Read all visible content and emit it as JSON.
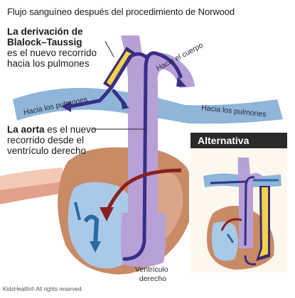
{
  "title": "Flujo sanguíneo después del procedimiento de Norwood",
  "callout_shunt": {
    "bold": "La derivación de Blalock–Taussig",
    "rest": "es el nuevo recorrido hacia los pulmones"
  },
  "callout_aorta": {
    "bold": "La aorta",
    "rest": "es el nuevo recorrido desde el ventrículo derecho"
  },
  "labels": {
    "lungs_left": "Hacia los pulmones",
    "lungs_right": "Hacia los pulmones",
    "body": "Hacia el cuerpo",
    "ventricle_line1": "Ventrículo",
    "ventricle_line2": "derecho"
  },
  "inset_title": "Alternativa",
  "footer": "KidsHealth® All rights reserved.",
  "colors": {
    "vessel_light": "#b7a0d6",
    "vessel_dark": "#372f87",
    "pulmonary": "#8fb5d8",
    "heart_tan": "#c98a66",
    "heart_inner": "#a9c9e8",
    "shunt_yellow": "#f2d24a",
    "background": "#ffffff",
    "inset_bg": "#fdf7ed",
    "arrow_red": "#8a2020"
  }
}
